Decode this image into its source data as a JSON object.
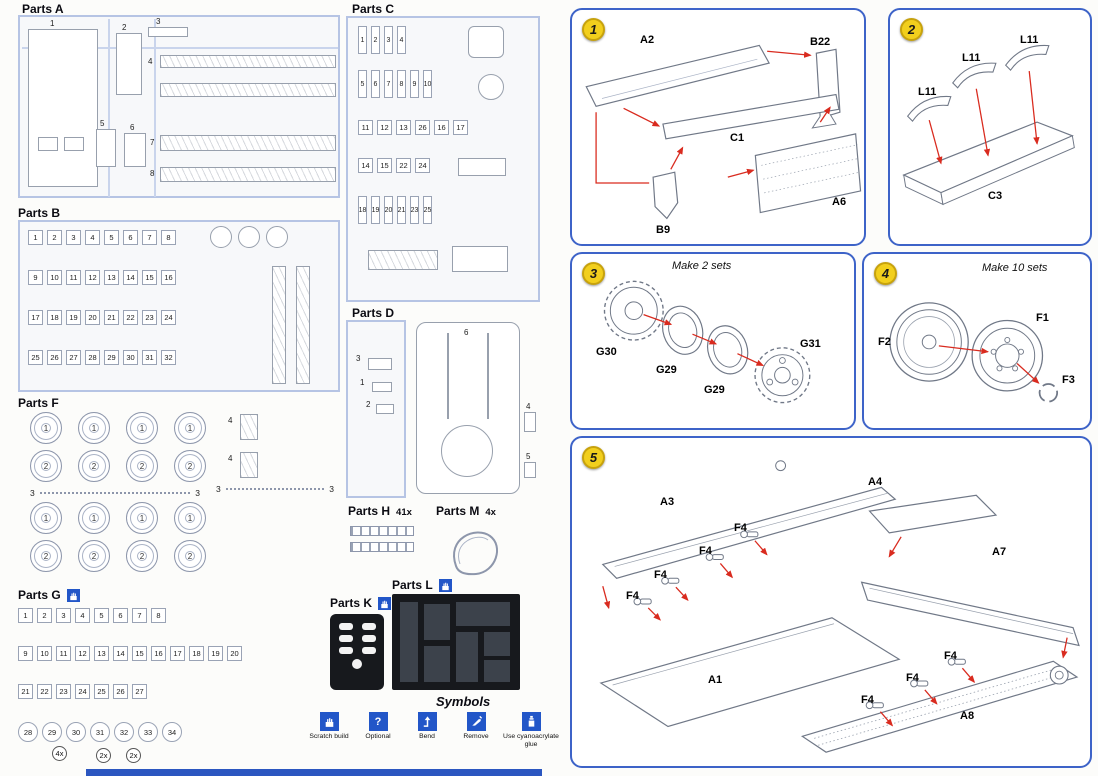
{
  "colors": {
    "step_border": "#3d63c8",
    "sprue_blue": "#b6c4e4",
    "arrow_red": "#d92b1f",
    "badge_yellow": "#f2cf1d",
    "flag_blue": "#2256c8"
  },
  "parts": {
    "a": {
      "title": "Parts A",
      "numbers": [
        "1",
        "2",
        "3",
        "4",
        "5",
        "6",
        "7",
        "8"
      ]
    },
    "b": {
      "title": "Parts B",
      "rows": [
        [
          "1",
          "2",
          "3",
          "4",
          "5",
          "6",
          "7",
          "8"
        ],
        [
          "9",
          "10",
          "11",
          "12",
          "13",
          "14",
          "15",
          "16"
        ],
        [
          "17",
          "18",
          "19",
          "20",
          "21",
          "22",
          "23",
          "24"
        ],
        [
          "25",
          "26",
          "27",
          "28",
          "29",
          "30",
          "31",
          "32"
        ]
      ]
    },
    "c": {
      "title": "Parts C",
      "rows": [
        [
          "1",
          "2",
          "3",
          "4"
        ],
        [
          "5",
          "6",
          "7",
          "8",
          "9",
          "10"
        ],
        [
          "11",
          "12",
          "13",
          "26",
          "16",
          "17"
        ],
        [
          "14",
          "15",
          "22",
          "24"
        ],
        [
          "18",
          "19",
          "20",
          "21",
          "23",
          "25"
        ]
      ]
    },
    "d": {
      "title": "Parts D",
      "numbers": [
        "1",
        "2",
        "3",
        "4",
        "5",
        "6"
      ]
    },
    "f": {
      "title": "Parts F",
      "wheel_rows": [
        [
          "1",
          "1",
          "1",
          "1"
        ],
        [
          "2",
          "2",
          "2",
          "2"
        ],
        [
          "1",
          "1",
          "1",
          "1"
        ],
        [
          "2",
          "2",
          "2",
          "2"
        ]
      ],
      "small_row_label": "3",
      "bracket_labels": [
        "4",
        "4"
      ]
    },
    "g": {
      "title": "Parts G",
      "rows": [
        [
          "1",
          "2",
          "3",
          "4",
          "5",
          "6",
          "7",
          "8"
        ],
        [
          "9",
          "10",
          "11",
          "12",
          "13",
          "14",
          "15",
          "16",
          "17",
          "18",
          "19",
          "20"
        ],
        [
          "21",
          "22",
          "23",
          "24",
          "25",
          "26",
          "27"
        ],
        [
          "28",
          "29",
          "30",
          "31",
          "32",
          "33",
          "34"
        ]
      ],
      "multipliers": [
        "4x",
        "2x",
        "2x"
      ]
    },
    "h": {
      "title": "Parts H",
      "count": "41x"
    },
    "m": {
      "title": "Parts M",
      "count": "4x"
    },
    "k": {
      "title": "Parts K"
    },
    "l": {
      "title": "Parts L"
    }
  },
  "symbols": {
    "title": "Symbols",
    "items": [
      {
        "label": "Scratch build"
      },
      {
        "label": "Optional",
        "glyph": "?"
      },
      {
        "label": "Bend"
      },
      {
        "label": "Remove"
      },
      {
        "label": "Use cyanoacrylate glue"
      }
    ]
  },
  "steps": [
    {
      "number": "1",
      "labels": {
        "a2": "A2",
        "b22": "B22",
        "c1": "C1",
        "a6": "A6",
        "b9": "B9"
      }
    },
    {
      "number": "2",
      "labels": {
        "l11a": "L11",
        "l11b": "L11",
        "l11c": "L11",
        "c3": "C3"
      }
    },
    {
      "number": "3",
      "note": "Make 2 sets",
      "labels": {
        "g30": "G30",
        "g29a": "G29",
        "g29b": "G29",
        "g31": "G31"
      }
    },
    {
      "number": "4",
      "note": "Make 10 sets",
      "labels": {
        "f2": "F2",
        "f1": "F1",
        "f3": "F3"
      }
    },
    {
      "number": "5",
      "labels": {
        "a3": "A3",
        "a4": "A4",
        "a7": "A7",
        "a1": "A1",
        "a8": "A8",
        "f4_1": "F4",
        "f4_2": "F4",
        "f4_3": "F4",
        "f4_4": "F4",
        "f4_5": "F4",
        "f4_6": "F4",
        "f4_7": "F4"
      }
    }
  ]
}
